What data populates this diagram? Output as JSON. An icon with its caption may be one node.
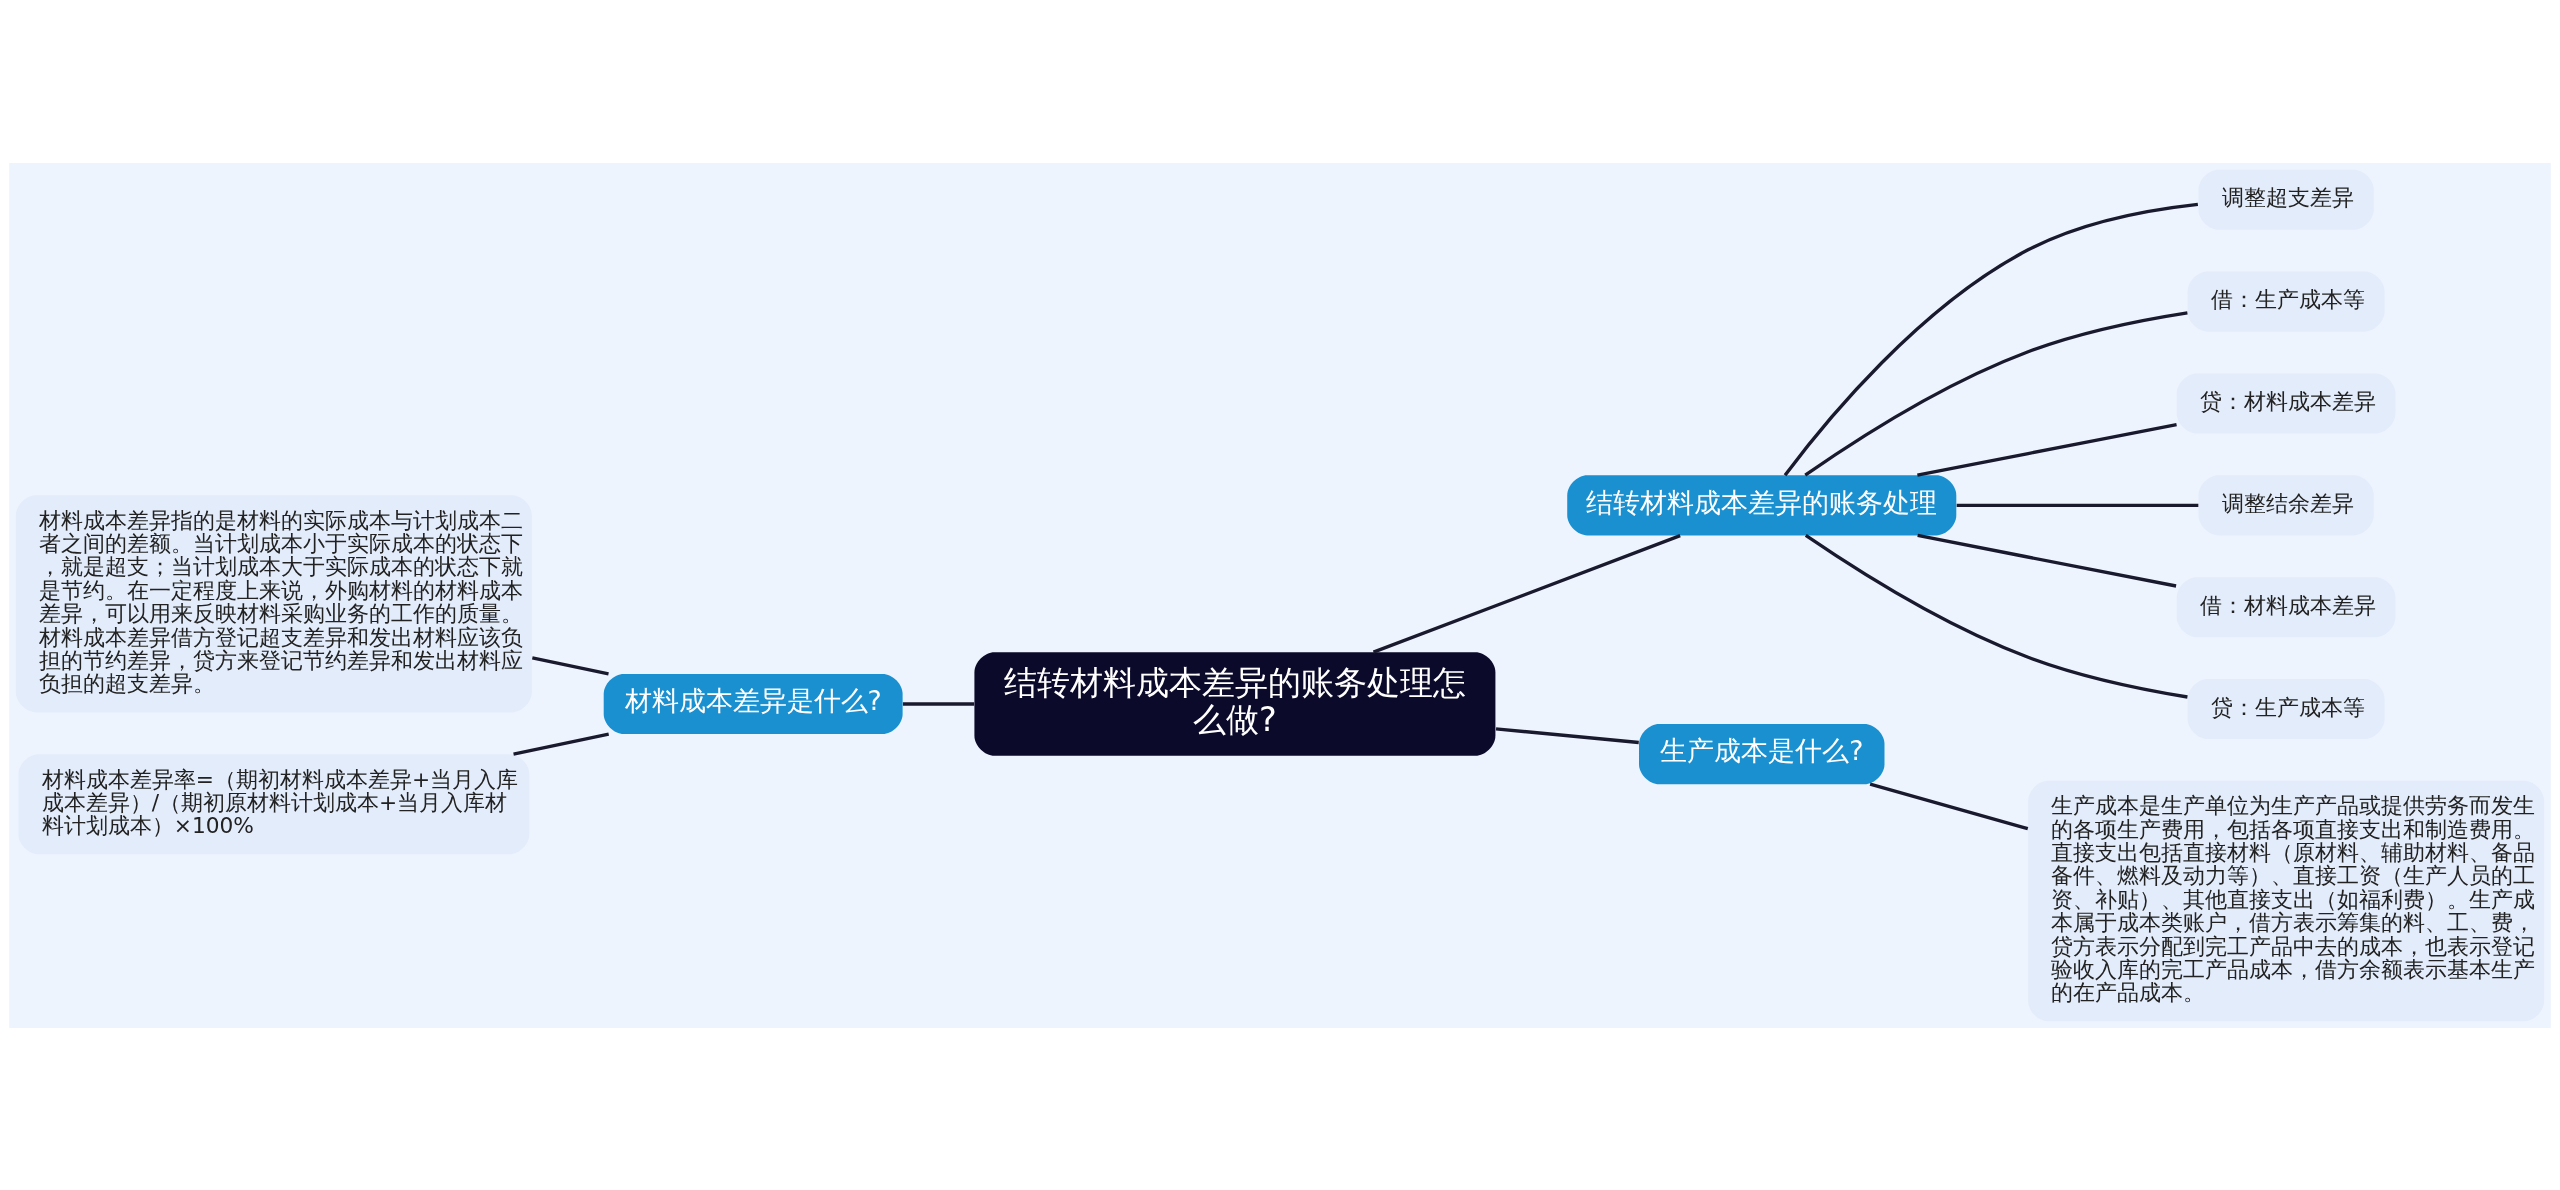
{
  "diagram": {
    "nodes": [
      {
        "text": [
          "结转材料成本差异的账务处理怎么做?"
        ]
      },
      {
        "text": [
          "材料成本差异是什么?"
        ]
      },
      {
        "text": [
          "材料成本差异指的是材料的实际成本与计划成本二者之间的差额。当计划成本小于实际成本的状态下，就是超支；当计划成本大于实际成本的状态下就是节约。在一定程度上来说，外购材料的材料成本差异，可以用来反映材料采购业务的工作的质量。材料成本差异借方登记超支差异和发出材料应该负担的节约差异，贷方来登记节约差异和发出材料应负担的超支差异。"
        ]
      },
      {
        "text": [
          "材料成本差异率=（期初材料成本差异+当月入库成本差异）/（期初原材料计划成本+当月入库材料计划成本）×100%"
        ]
      },
      {
        "text": [
          "结转材料成本差异的账务处理"
        ]
      },
      {
        "text": [
          "调整超支差异"
        ]
      },
      {
        "text": [
          "借：生产成本等"
        ]
      },
      {
        "text": [
          "贷：材料成本差异"
        ]
      },
      {
        "text": [
          "调整结余差异"
        ]
      },
      {
        "text": [
          "借：材料成本差异"
        ]
      },
      {
        "text": [
          "贷：生产成本等"
        ]
      },
      {
        "text": [
          "生产成本是什么?"
        ]
      },
      {
        "text": [
          "生产成本是生产单位为生产产品或提供劳务而发生的各项生产费用，包括各项直接支出和制造费用。直接支出包括直接材料（原材料、辅助材料、备品备件、燃料及动力等）、直接工资（生产人员的工资、补贴）、其他直接支出（如福利费）。生产成本属于成本类账户，借方表示筹集的料、工、费，贷方表示分配到完工产品中去的成本，也表示登记验收入库的完工产品成本，借方余额表示基本生产的在产品成本。"
        ]
      }
    ],
    "edges": [
      {
        "from": 0,
        "to": 1,
        "arrow": "none"
      },
      {
        "from": 1,
        "to": 2,
        "arrow": "none"
      },
      {
        "from": 1,
        "to": 3,
        "arrow": "none"
      },
      {
        "from": 0,
        "to": 4,
        "arrow": "none"
      },
      {
        "from": 4,
        "to": 5,
        "arrow": "none"
      },
      {
        "from": 4,
        "to": 6,
        "arrow": "none"
      },
      {
        "from": 4,
        "to": 7,
        "arrow": "none"
      },
      {
        "from": 4,
        "to": 8,
        "arrow": "none"
      },
      {
        "from": 4,
        "to": 9,
        "arrow": "none"
      },
      {
        "from": 4,
        "to": 10,
        "arrow": "none"
      },
      {
        "from": 0,
        "to": 11,
        "arrow": "none"
      },
      {
        "from": 11,
        "to": 12,
        "arrow": "none"
      }
    ]
  }
}
